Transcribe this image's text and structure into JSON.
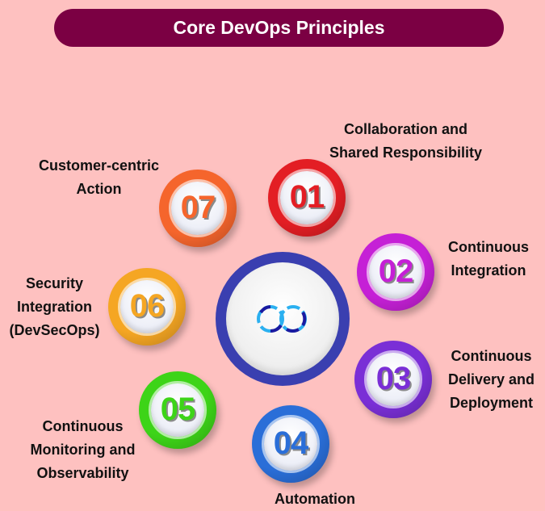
{
  "title": "Core DevOps Principles",
  "center_icon": "infinity-icon",
  "colors": {
    "background": "#fec1c0",
    "title_bar": "#7b0043",
    "center_ring": "#3a3fb0"
  },
  "principles": [
    {
      "number": "01",
      "label": "Collaboration and Shared Responsibility",
      "color": "#e31e24"
    },
    {
      "number": "02",
      "label": "Continuous Integration",
      "color": "#c520d6"
    },
    {
      "number": "03",
      "label": "Continuous Delivery and Deployment",
      "color": "#7a2fd6"
    },
    {
      "number": "04",
      "label": "Automation",
      "color": "#2a6ed8"
    },
    {
      "number": "05",
      "label": "Continuous Monitoring and Observability",
      "color": "#3dd418"
    },
    {
      "number": "06",
      "label": "Security Integration (DevSecOps)",
      "color": "#f5a623"
    },
    {
      "number": "07",
      "label": "Customer-centric Action",
      "color": "#f5652c"
    }
  ]
}
